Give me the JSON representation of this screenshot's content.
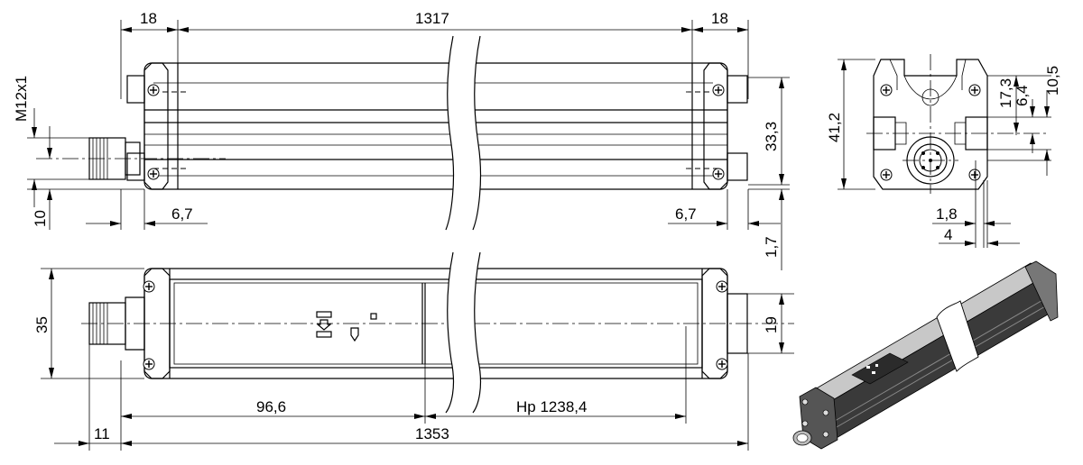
{
  "drawing": {
    "front_view": {
      "dim_left_cap": "18",
      "dim_total_length": "1317",
      "dim_right_cap": "18",
      "dim_thread": "M12x1",
      "dim_connector_height": "10",
      "dim_left_offset": "6,7",
      "dim_right_offset": "6,7",
      "dim_height": "33,3",
      "dim_bottom_offset": "1,7"
    },
    "side_view": {
      "dim_height": "41,2",
      "dim_17_3": "17,3",
      "dim_6_4": "6,4",
      "dim_10_5": "10,5",
      "dim_1_8": "1,8",
      "dim_4": "4"
    },
    "top_view": {
      "dim_height": "35",
      "dim_center": "19",
      "dim_96_6": "96,6",
      "dim_hp": "Hp 1238,4",
      "dim_11": "11",
      "dim_overall": "1353"
    }
  }
}
